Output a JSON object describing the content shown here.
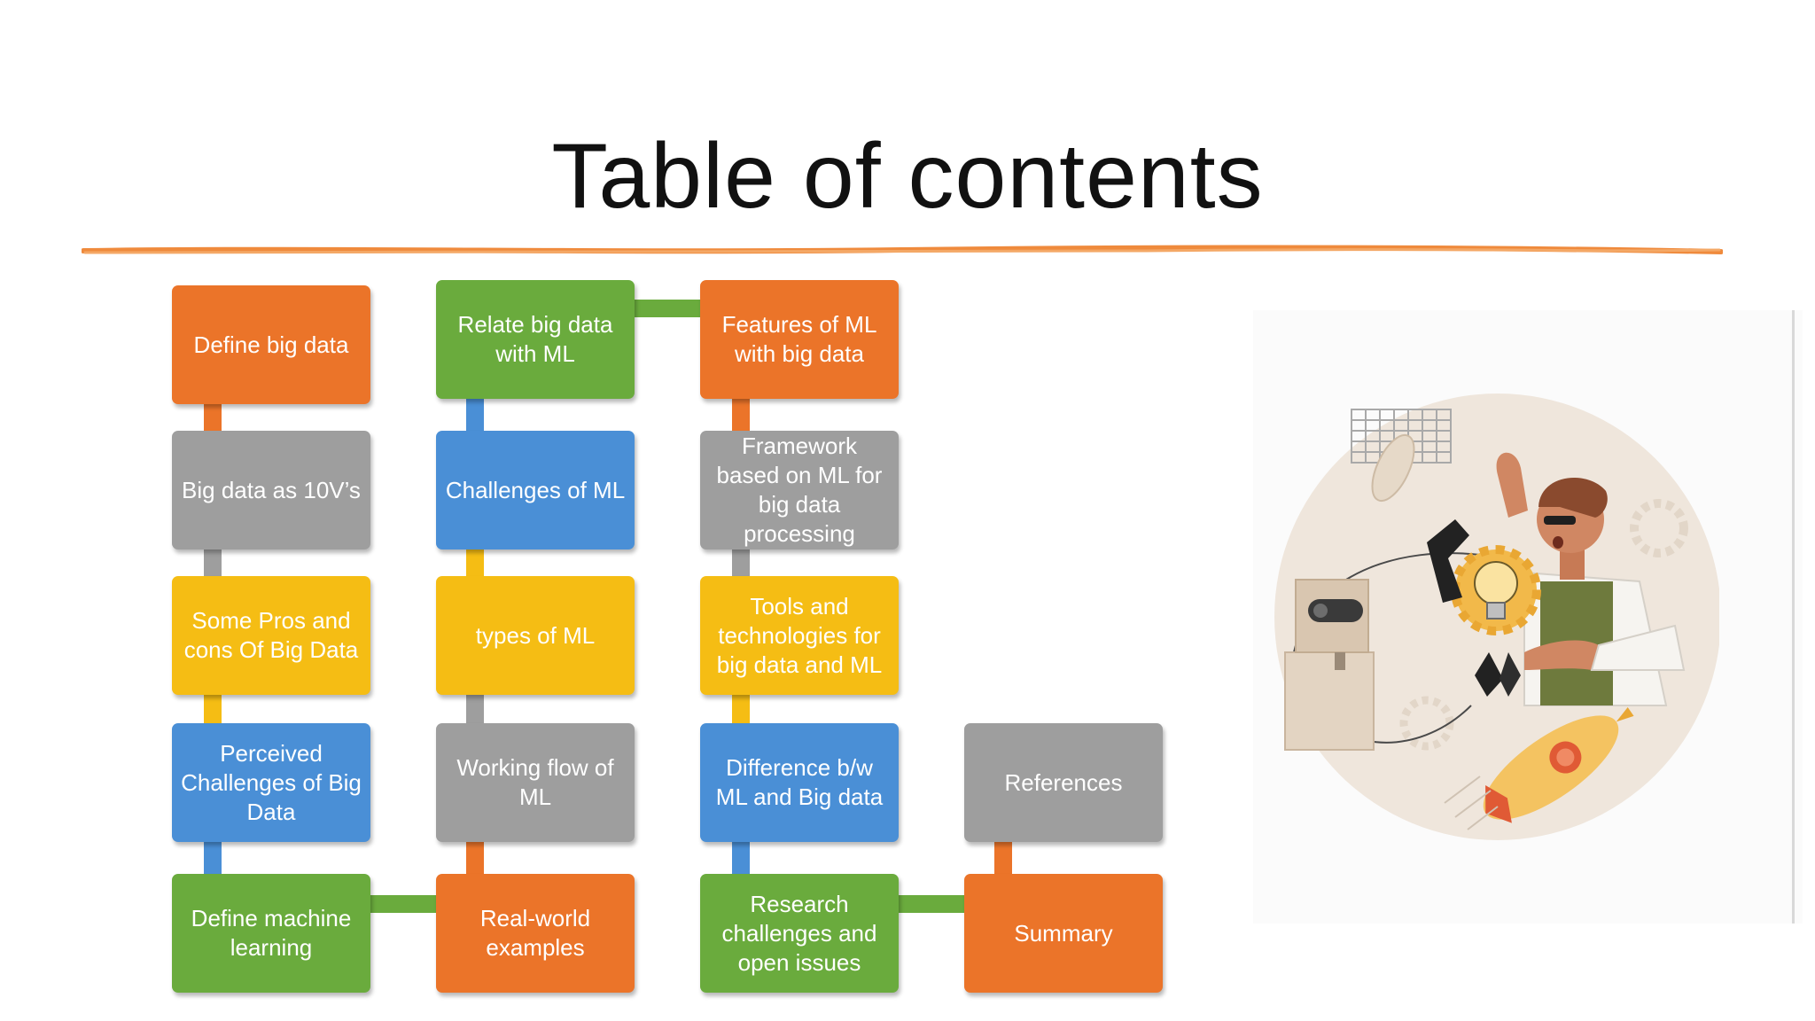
{
  "slide": {
    "title": "Table of contents"
  },
  "colors": {
    "orange": "#EB7429",
    "green": "#6AAB3D",
    "gray": "#9E9E9E",
    "blue": "#4A8FD6",
    "yellow": "#F5BD14",
    "title_rule": "#EF8A3C"
  },
  "toc": {
    "col1": [
      {
        "label": "Define big data",
        "color": "orange"
      },
      {
        "label": "Big data as 10V’s",
        "color": "gray"
      },
      {
        "label": "Some Pros  and cons Of Big Data",
        "color": "yellow"
      },
      {
        "label": "Perceived Challenges of Big Data",
        "color": "blue"
      },
      {
        "label": "Define machine learning",
        "color": "green"
      }
    ],
    "col2": [
      {
        "label": "Relate big data with ML",
        "color": "green"
      },
      {
        "label": "Challenges of ML",
        "color": "blue"
      },
      {
        "label": "types of ML",
        "color": "yellow"
      },
      {
        "label": "Working flow of ML",
        "color": "gray"
      },
      {
        "label": "Real-world examples",
        "color": "orange"
      }
    ],
    "col3": [
      {
        "label": "Features of ML with big data",
        "color": "orange"
      },
      {
        "label": "Framework based on ML for big data processing",
        "color": "gray"
      },
      {
        "label": "Tools and technologies for big data and ML",
        "color": "yellow"
      },
      {
        "label": "Difference b/w ML and Big data",
        "color": "blue"
      },
      {
        "label": "Research challenges and open issues",
        "color": "green"
      }
    ],
    "col4": [
      {
        "label": "References",
        "color": "gray"
      },
      {
        "label": "Summary",
        "color": "orange"
      }
    ]
  },
  "illustration": {
    "icon": "scientist-with-robot-lightbulb-rocket-illustration"
  }
}
